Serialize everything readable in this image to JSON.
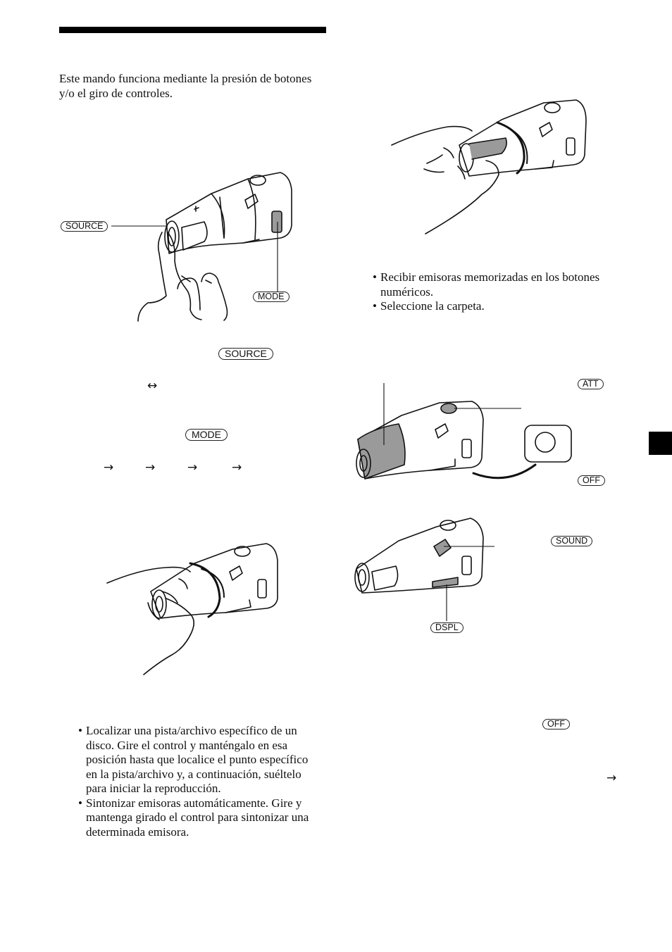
{
  "intro": {
    "text": "Este mando funciona mediante la presión de botones y/o el giro de controles."
  },
  "buttons": {
    "source": "SOURCE",
    "mode": "MODE",
    "att": "ATT",
    "off": "OFF",
    "sound": "SOUND",
    "dspl": "DSPL"
  },
  "arrows": {
    "double": "↔",
    "right": "→"
  },
  "right_list": [
    "Recibir emisoras memorizadas en los botones numéricos.",
    "Seleccione la carpeta."
  ],
  "left_list": [
    "Localizar una pista/archivo específico de un disco. Gire el control y manténgalo en esa posición hasta que localice el punto específico en la pista/archivo y, a continuación, suéltelo para iniciar la reproducción.",
    "Sintonizar emisoras automáticamente. Gire y mantenga girado el control para sintonizar una determinada emisora."
  ],
  "colors": {
    "ink": "#111111",
    "tab": "#000000",
    "highlight": "#9a9a9a"
  }
}
